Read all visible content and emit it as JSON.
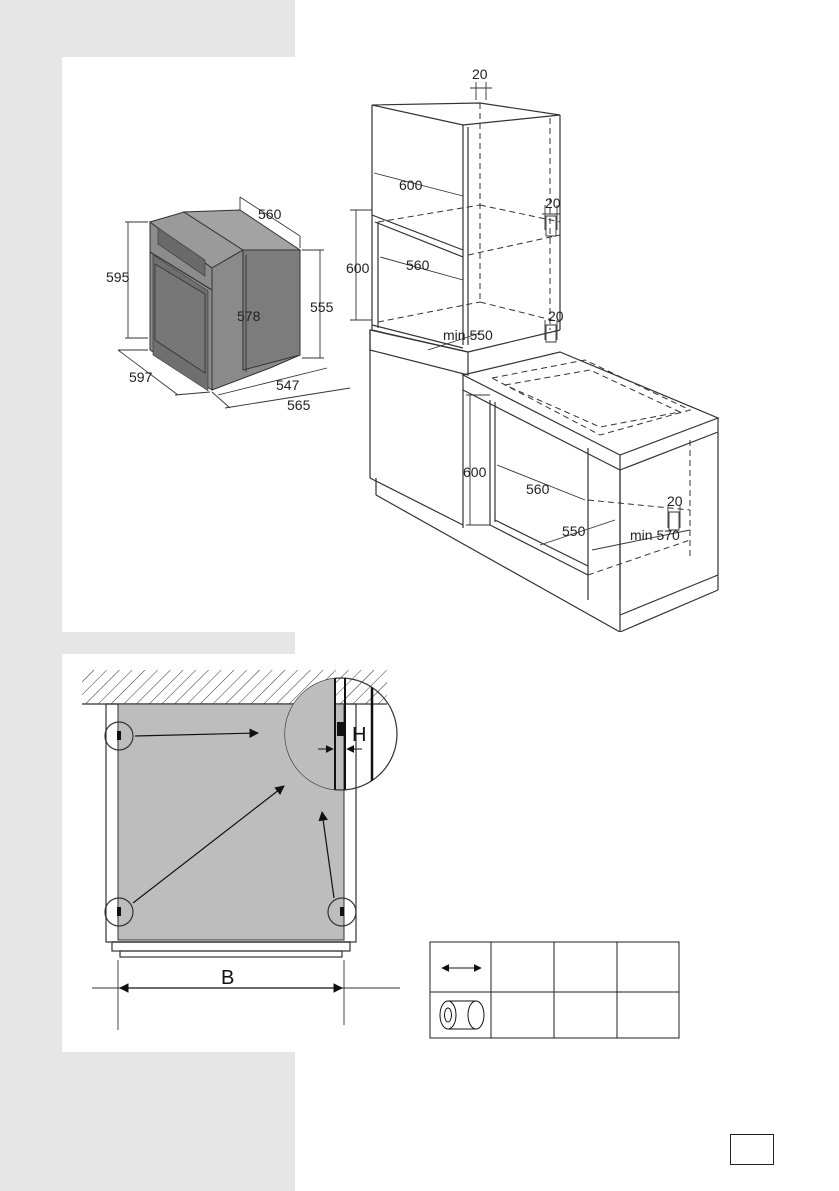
{
  "page": {
    "number": ""
  },
  "oven_dims": {
    "depth_top": "560",
    "height_front": "595",
    "height_body": "578",
    "height_side": "555",
    "width_front": "597",
    "depth_body": "547",
    "depth_total": "565"
  },
  "cabinet_dims": {
    "top_clearance": "20",
    "width_upper": "600",
    "side_clearance_upper": "20",
    "height_column": "600",
    "width_column": "560",
    "side_clearance_lower": "20",
    "depth_column": "min 550",
    "height_under": "600",
    "width_under": "560",
    "depth_under": "550",
    "side_clearance_under": "20",
    "depth_under_min": "min 570"
  },
  "mounting": {
    "gap_label": "H",
    "width_label": "B"
  },
  "table": {
    "row1_icon": "double-arrow-icon",
    "row2_icon": "spacer-roll-icon",
    "cells": [
      [
        "",
        "",
        ""
      ],
      [
        "",
        "",
        ""
      ]
    ]
  }
}
